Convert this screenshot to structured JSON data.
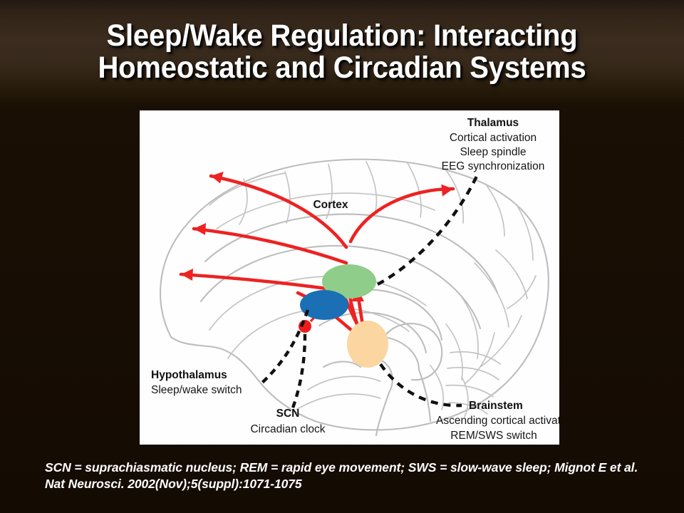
{
  "slide": {
    "background_top_color": "#3b2c1f",
    "background_bottom_color": "#140c03",
    "title_color": "#ffffff"
  },
  "title": {
    "line1": "Sleep/Wake Regulation: Interacting",
    "line2": "Homeostatic and Circadian Systems"
  },
  "caption": {
    "line1": "SCN = suprachiasmatic nucleus; REM = rapid eye movement; SWS = slow-wave",
    "line2": "sleep; Mignot E et al. Nat Neurosci. 2002(Nov);5(suppl):1071-1075"
  },
  "figure": {
    "panel_background": "#fefefe",
    "brain_outline_color": "#bdbdbd",
    "arrow_color": "#ee2222",
    "leader_line_color": "#111111",
    "cortex_label": "Cortex",
    "regions": [
      {
        "id": "thalamus",
        "heading": "Thalamus",
        "functions": [
          "Cortical activation",
          "Sleep spindle",
          "EEG synchronization"
        ],
        "marker_color": "#8fcd8a",
        "marker_shape": "ellipse"
      },
      {
        "id": "hypothalamus",
        "heading": "Hypothalamus",
        "functions": [
          "Sleep/wake switch"
        ],
        "marker_color": "#1a6fb5",
        "marker_shape": "ellipse"
      },
      {
        "id": "scn",
        "heading": "SCN",
        "functions": [
          "Circadian clock"
        ],
        "marker_color": "#f01c1c",
        "marker_shape": "dot"
      },
      {
        "id": "brainstem",
        "heading": "Brainstem",
        "functions": [
          "Ascending cortical activation",
          "REM/SWS switch"
        ],
        "marker_color": "#fbd6a0",
        "marker_shape": "ellipse"
      }
    ]
  }
}
